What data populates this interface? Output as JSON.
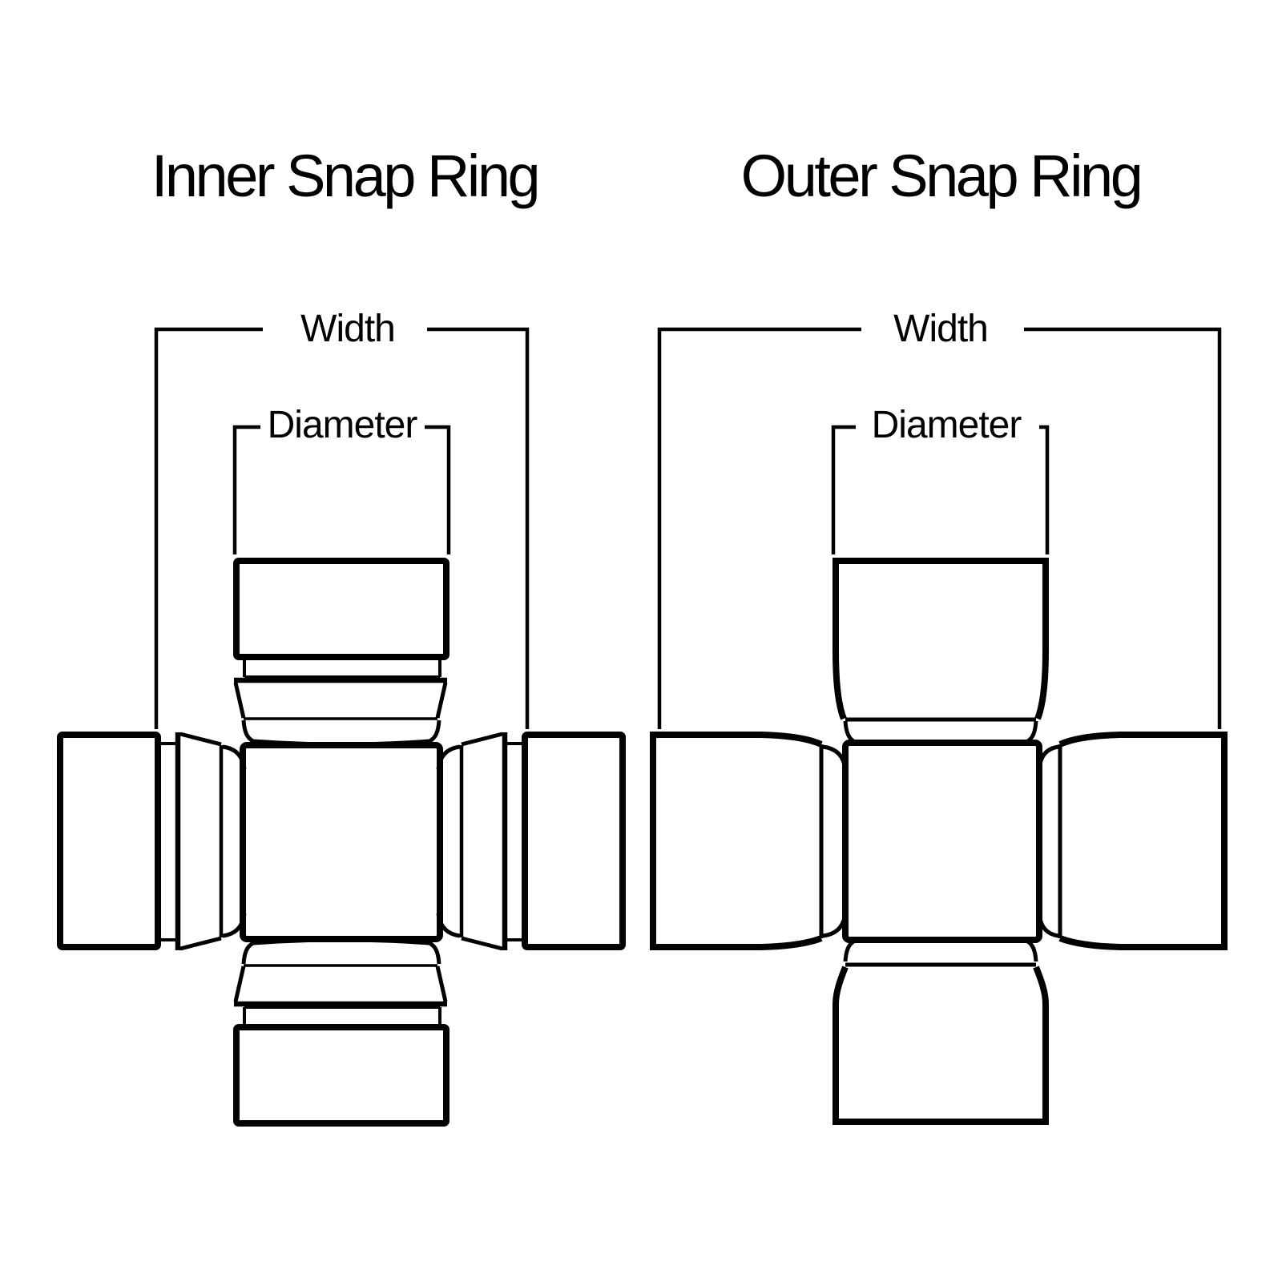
{
  "canvas": {
    "background_color": "#ffffff",
    "line_color": "#010101"
  },
  "figures": [
    {
      "id": "inner-snap-ring",
      "title": "Inner Snap Ring",
      "width_label": "Width",
      "diameter_label": "Diameter"
    },
    {
      "id": "outer-snap-ring",
      "title": "Outer Snap Ring",
      "width_label": "Width",
      "diameter_label": "Diameter"
    }
  ]
}
